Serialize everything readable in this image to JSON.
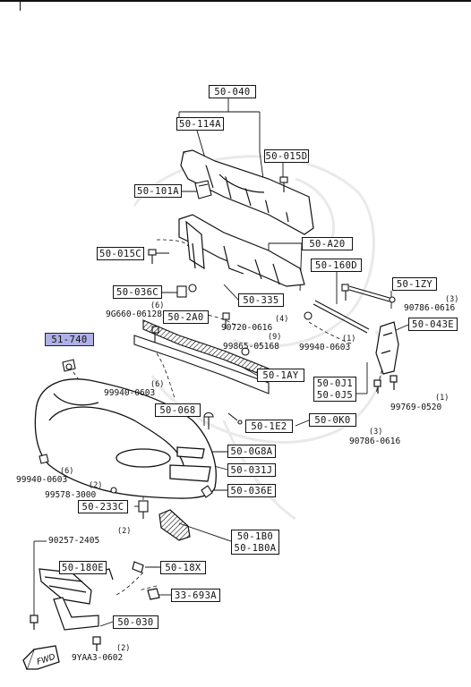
{
  "diagram": {
    "callouts": {
      "c_50_040": "50-040",
      "c_50_114a": "50-114A",
      "c_50_015d": "50-015D",
      "c_50_101a": "50-101A",
      "c_50_a20": "50-A20",
      "c_50_015c": "50-015C",
      "c_50_160d": "50-160D",
      "c_50_1zy": "50-1ZY",
      "c_50_036c": "50-036C",
      "c_50_335": "50-335",
      "c_50_2a0": "50-2A0",
      "c_50_043e": "50-043E",
      "c_51_740": "51-740",
      "c_50_1ay": "50-1AY",
      "c_50_0j1": "50-0J1",
      "c_50_0j5": "50-0J5",
      "c_50_068": "50-068",
      "c_50_1e2": "50-1E2",
      "c_50_0k0": "50-0K0",
      "c_50_0g8a": "50-0G8A",
      "c_50_031j": "50-031J",
      "c_50_036e": "50-036E",
      "c_50_233c": "50-233C",
      "c_50_1b0": "50-1B0",
      "c_50_1b0a": "50-1B0A",
      "c_50_180e": "50-180E",
      "c_50_18x": "50-18X",
      "c_33_693a": "33-693A",
      "c_50_030": "50-030"
    },
    "parts": {
      "p_96660": "9G660-06128",
      "p_90720": "90720-0616",
      "p_99865": "99865-05168",
      "p_99940_a": "99940-0603",
      "p_90786_a": "90786-0616",
      "p_99940_b": "99940-0603",
      "p_99769": "99769-0520",
      "p_90786_b": "90786-0616",
      "p_99940_c": "99940-0603",
      "p_99578": "99578-3000",
      "p_90257": "90257-2405",
      "p_9yaa3": "9YAA3-0602"
    },
    "quantities": {
      "q_96660": "(6)",
      "q_90720": "(4)",
      "q_99865": "(9)",
      "q_99940_a": "(1)",
      "q_90786_a": "(3)",
      "q_99940_b": "(6)",
      "q_99769": "(1)",
      "q_90786_b": "(3)",
      "q_99940_c": "(6)",
      "q_99578": "(2)",
      "q_90257": "(2)",
      "q_9yaa3": "(2)"
    },
    "fwd_label": "FWD",
    "highlight_color": "#aeb0e6"
  }
}
